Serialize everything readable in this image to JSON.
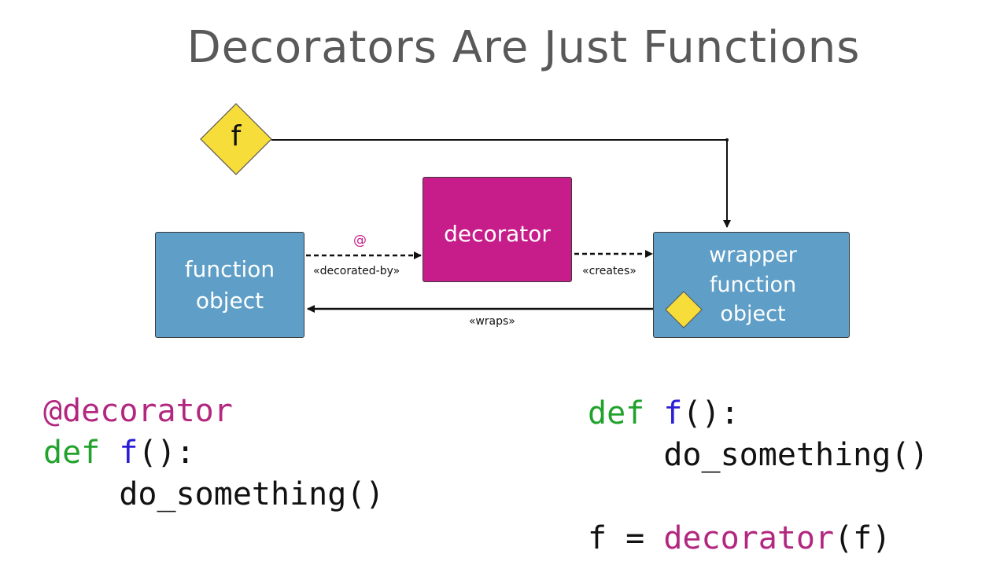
{
  "title": "Decorators Are Just Functions",
  "diagram": {
    "f_symbol": "f",
    "function_object": [
      "function",
      "object"
    ],
    "decorator": "decorator",
    "wrapper_function_object": [
      "wrapper",
      "function",
      "object"
    ],
    "edge_decorated_by_symbol": "@",
    "edge_decorated_by": "«decorated-by»",
    "edge_creates": "«creates»",
    "edge_wraps": "«wraps»",
    "colors": {
      "function_box": "#5e9ec7",
      "decorator_box": "#c71d8b",
      "diamond": "#f7dd3a",
      "title": "#595959"
    }
  },
  "code_left": {
    "line1_decorator": "@decorator",
    "line2_def": "def",
    "line2_name": "f",
    "line2_rest": "():",
    "line3_indent": "    ",
    "line3_body": "do_something()"
  },
  "code_right": {
    "line1_def": "def",
    "line1_name": "f",
    "line1_rest": "():",
    "line2_indent": "    ",
    "line2_body": "do_something()",
    "line4_lhs": "f = ",
    "line4_call": "decorator",
    "line4_args": "(f)"
  }
}
